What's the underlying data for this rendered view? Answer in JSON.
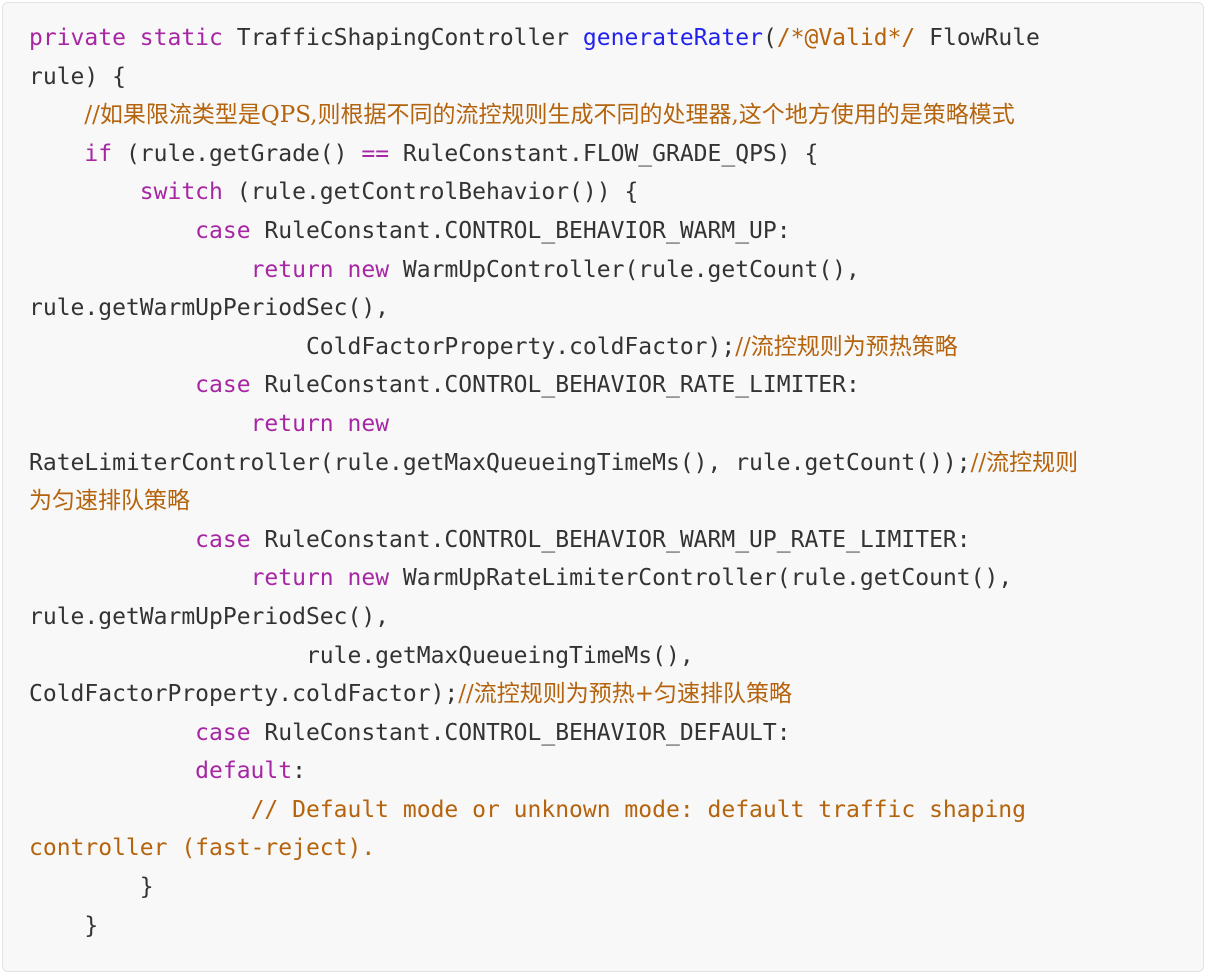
{
  "code": {
    "language": "java",
    "lines": [
      [
        {
          "t": "kw",
          "v": "private"
        },
        {
          "t": "tx",
          "v": " "
        },
        {
          "t": "kw",
          "v": "static"
        },
        {
          "t": "tx",
          "v": " TrafficShapingController "
        },
        {
          "t": "fn",
          "v": "generateRater"
        },
        {
          "t": "tx",
          "v": "("
        },
        {
          "t": "cm",
          "v": "/*@Valid*/"
        },
        {
          "t": "tx",
          "v": " FlowRule"
        }
      ],
      [
        {
          "t": "tx",
          "v": "rule) {"
        }
      ],
      [
        {
          "t": "tx",
          "v": "    "
        },
        {
          "t": "cm",
          "v": "//如果限流类型是QPS,则根据不同的流控规则生成不同的处理器,这个地方使用的是策略模式"
        }
      ],
      [
        {
          "t": "tx",
          "v": "    "
        },
        {
          "t": "kw",
          "v": "if"
        },
        {
          "t": "tx",
          "v": " (rule.getGrade() "
        },
        {
          "t": "op",
          "v": "=="
        },
        {
          "t": "tx",
          "v": " RuleConstant.FLOW_GRADE_QPS) {"
        }
      ],
      [
        {
          "t": "tx",
          "v": "        "
        },
        {
          "t": "kw",
          "v": "switch"
        },
        {
          "t": "tx",
          "v": " (rule.getControlBehavior()) {"
        }
      ],
      [
        {
          "t": "tx",
          "v": "            "
        },
        {
          "t": "kw",
          "v": "case"
        },
        {
          "t": "tx",
          "v": " RuleConstant.CONTROL_BEHAVIOR_WARM_UP:"
        }
      ],
      [
        {
          "t": "tx",
          "v": "                "
        },
        {
          "t": "kw",
          "v": "return"
        },
        {
          "t": "tx",
          "v": " "
        },
        {
          "t": "kw",
          "v": "new"
        },
        {
          "t": "tx",
          "v": " WarmUpController(rule.getCount(),"
        }
      ],
      [
        {
          "t": "tx",
          "v": "rule.getWarmUpPeriodSec(),"
        }
      ],
      [
        {
          "t": "tx",
          "v": "                    ColdFactorProperty.coldFactor);"
        },
        {
          "t": "cm",
          "v": "//流控规则为预热策略"
        }
      ],
      [
        {
          "t": "tx",
          "v": "            "
        },
        {
          "t": "kw",
          "v": "case"
        },
        {
          "t": "tx",
          "v": " RuleConstant.CONTROL_BEHAVIOR_RATE_LIMITER:"
        }
      ],
      [
        {
          "t": "tx",
          "v": "                "
        },
        {
          "t": "kw",
          "v": "return"
        },
        {
          "t": "tx",
          "v": " "
        },
        {
          "t": "kw",
          "v": "new"
        }
      ],
      [
        {
          "t": "tx",
          "v": "RateLimiterController(rule.getMaxQueueingTimeMs(), rule.getCount());"
        },
        {
          "t": "cm",
          "v": "//流控规则"
        }
      ],
      [
        {
          "t": "cm",
          "v": "为匀速排队策略"
        }
      ],
      [
        {
          "t": "tx",
          "v": "            "
        },
        {
          "t": "kw",
          "v": "case"
        },
        {
          "t": "tx",
          "v": " RuleConstant.CONTROL_BEHAVIOR_WARM_UP_RATE_LIMITER:"
        }
      ],
      [
        {
          "t": "tx",
          "v": "                "
        },
        {
          "t": "kw",
          "v": "return"
        },
        {
          "t": "tx",
          "v": " "
        },
        {
          "t": "kw",
          "v": "new"
        },
        {
          "t": "tx",
          "v": " WarmUpRateLimiterController(rule.getCount(),"
        }
      ],
      [
        {
          "t": "tx",
          "v": "rule.getWarmUpPeriodSec(),"
        }
      ],
      [
        {
          "t": "tx",
          "v": "                    rule.getMaxQueueingTimeMs(),"
        }
      ],
      [
        {
          "t": "tx",
          "v": "ColdFactorProperty.coldFactor);"
        },
        {
          "t": "cm",
          "v": "//流控规则为预热+匀速排队策略"
        }
      ],
      [
        {
          "t": "tx",
          "v": "            "
        },
        {
          "t": "kw",
          "v": "case"
        },
        {
          "t": "tx",
          "v": " RuleConstant.CONTROL_BEHAVIOR_DEFAULT:"
        }
      ],
      [
        {
          "t": "tx",
          "v": "            "
        },
        {
          "t": "kw",
          "v": "default"
        },
        {
          "t": "tx",
          "v": ":"
        }
      ],
      [
        {
          "t": "tx",
          "v": "                "
        },
        {
          "t": "cm",
          "v": "// Default mode or unknown mode: default traffic shaping"
        }
      ],
      [
        {
          "t": "cm",
          "v": "controller (fast-reject)."
        }
      ],
      [
        {
          "t": "tx",
          "v": "        }"
        }
      ],
      [
        {
          "t": "tx",
          "v": "    }"
        }
      ]
    ]
  },
  "colors": {
    "keyword": "#a626a4",
    "function": "#2222ee",
    "comment": "#b5630c",
    "text": "#333333",
    "background": "#f8f8f8",
    "border": "#e3e3e3"
  }
}
